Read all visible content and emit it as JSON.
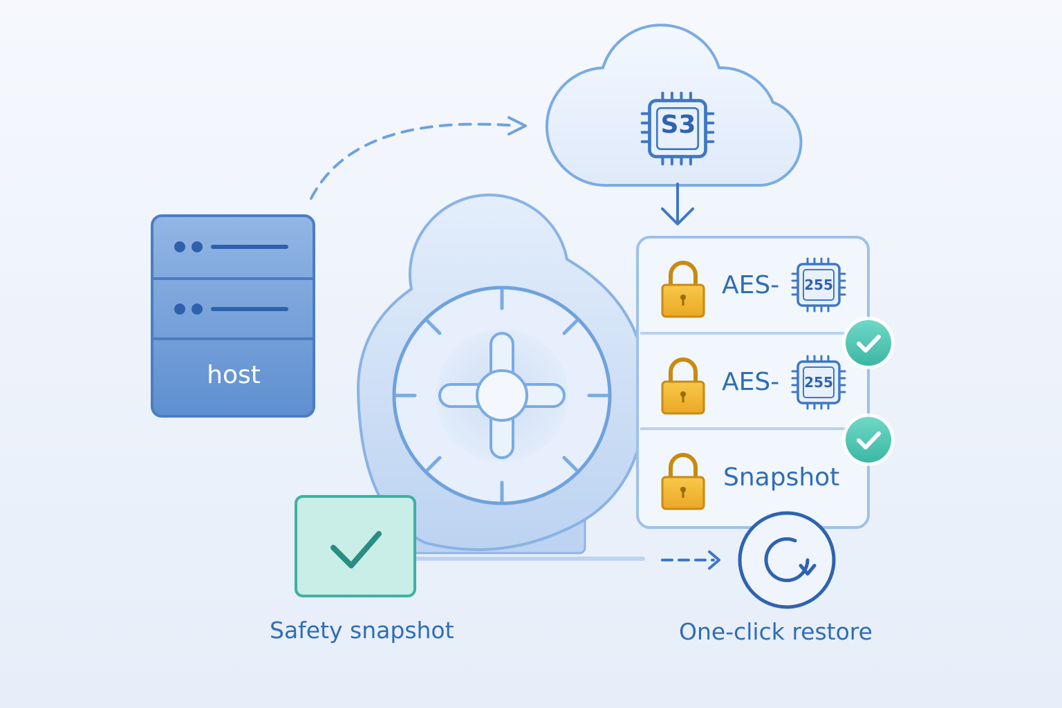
{
  "host": {
    "label": "host"
  },
  "cloud": {
    "label": "S3"
  },
  "encryption_rows": [
    {
      "prefix": "AES-",
      "chip": "255"
    },
    {
      "prefix": "AES-",
      "chip": "255"
    },
    {
      "prefix": "Snapshot"
    }
  ],
  "safety": {
    "label": "Safety snapshot"
  },
  "restore": {
    "label": "One-click restore"
  },
  "colors": {
    "primary_blue": "#4a7fcc",
    "light_blue": "#cfe0f6",
    "lock_gold": "#f2b22e",
    "check_teal": "#4cc7b3"
  },
  "icons": [
    "server-icon",
    "cloud-icon",
    "chip-icon",
    "lock-icon",
    "check-icon",
    "vault-icon",
    "restore-icon"
  ]
}
